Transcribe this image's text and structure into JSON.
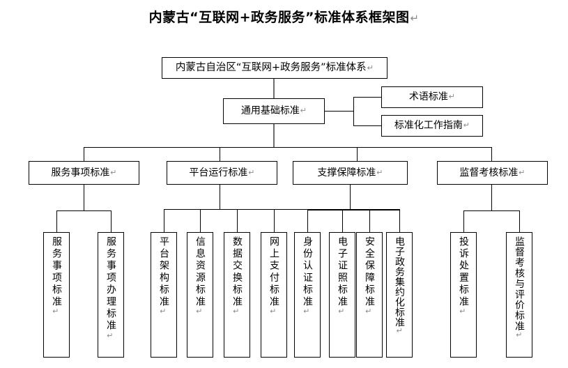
{
  "document": {
    "title": "内蒙古“互联网+政务服务”标准体系框架图",
    "pilcrow": "↵"
  },
  "diagram": {
    "type": "tree",
    "root": {
      "label": "内蒙古自治区“互联网+政务服务”标准体系"
    },
    "level2": {
      "label": "通用基础标准"
    },
    "level2_side": [
      {
        "label": "术语标准"
      },
      {
        "label": "标准化工作指南"
      }
    ],
    "branches": [
      {
        "label": "服务事项标准",
        "leaves": [
          {
            "label": "服务事项标准"
          },
          {
            "label": "服务事项办理标准"
          }
        ]
      },
      {
        "label": "平台运行标准",
        "leaves": [
          {
            "label": "平台架构标准"
          },
          {
            "label": "信息资源标准"
          },
          {
            "label": "数据交换标准"
          },
          {
            "label": "网上支付标准"
          }
        ]
      },
      {
        "label": "支撑保障标准",
        "leaves": [
          {
            "label": "身份认证标准"
          },
          {
            "label": "电子证照标准"
          },
          {
            "label": "安全保障标准"
          },
          {
            "label": "电子政务集约化标准"
          }
        ]
      },
      {
        "label": "监督考核标准",
        "leaves": [
          {
            "label": "投诉处置标准"
          },
          {
            "label": "监督考核与评价标准"
          }
        ]
      }
    ]
  },
  "colors": {
    "line": "#000000",
    "line_grey": "#6e6e6e",
    "pilcrow": "#8a8a8a",
    "background": "#ffffff"
  }
}
